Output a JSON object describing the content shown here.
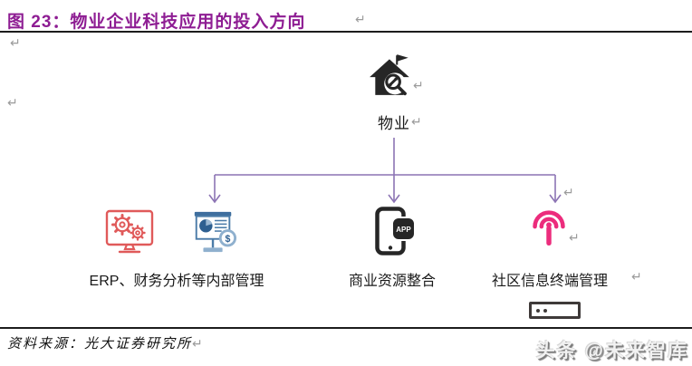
{
  "header": {
    "title": "图 23：物业企业科技应用的投入方向"
  },
  "diagram": {
    "root_label": "物业",
    "branches": [
      {
        "label": "ERP、财务分析等内部管理"
      },
      {
        "label": "商业资源整合"
      },
      {
        "label": "社区信息终端管理"
      }
    ],
    "app_badge": "APP",
    "dollar_sign": "$"
  },
  "icons": {
    "root": "house-with-flag-and-wrench-search",
    "branch1a": "monitor-with-gears",
    "branch1b": "presentation-board-pie-dollar",
    "branch2": "smartphone-with-app-badge",
    "branch3a": "broadcast-antenna-signal",
    "branch3b": "terminal-device"
  },
  "colors": {
    "title": "#8E1D93",
    "connector": "#8C74B4",
    "icon_red": "#E05A5A",
    "icon_blue": "#4C7CA8",
    "icon_blue_dark": "#2E5F90",
    "icon_blue_light": "#8FB0CE",
    "icon_black": "#262626",
    "icon_pink": "#EC2C7C",
    "rule": "#1c1c1c"
  },
  "footer": {
    "source": "资料来源：光大证券研究所",
    "watermark": "头条 @未来智库"
  },
  "marks": {
    "return": "↵"
  }
}
